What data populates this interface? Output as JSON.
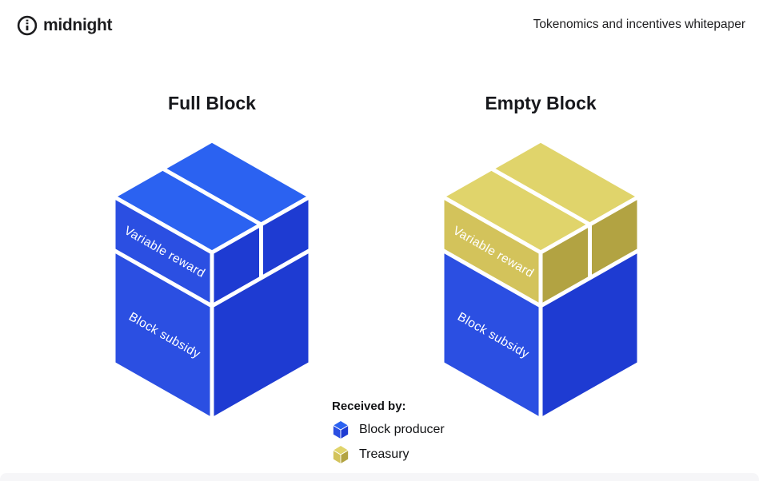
{
  "header": {
    "logo_text": "midnight",
    "document_title": "Tokenomics and incentives whitepaper"
  },
  "diagram": {
    "blocks": [
      {
        "title": "Full Block",
        "variable_reward_label": "Variable reward",
        "block_subsidy_label": "Block subsidy",
        "variable_reward_color": "blue",
        "block_subsidy_color": "blue"
      },
      {
        "title": "Empty Block",
        "variable_reward_label": "Variable reward",
        "block_subsidy_label": "Block subsidy",
        "variable_reward_color": "yellow",
        "block_subsidy_color": "blue"
      }
    ],
    "colors": {
      "blue": {
        "top": "#2B62F1",
        "left": "#2B4FE2",
        "right": "#1E3BD2"
      },
      "yellow": {
        "top": "#E0D46B",
        "left": "#D3C35B",
        "right": "#B2A342"
      }
    }
  },
  "legend": {
    "title": "Received by:",
    "items": [
      {
        "label": "Block producer",
        "color": "blue"
      },
      {
        "label": "Treasury",
        "color": "yellow"
      }
    ]
  }
}
